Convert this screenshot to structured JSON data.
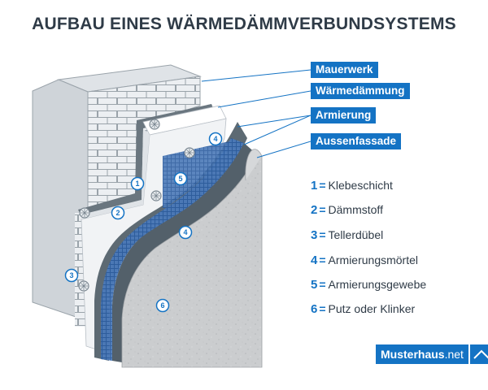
{
  "title": "AUFBAU EINES WÄRMEDÄMMVERBUNDSYSTEMS",
  "layers": [
    {
      "label": "Mauerwerk"
    },
    {
      "label": "Wärmedämmung"
    },
    {
      "label": "Armierung"
    },
    {
      "label": "Aussenfassade"
    }
  ],
  "legend": [
    {
      "num": "1",
      "eq": "=",
      "text": "Klebeschicht"
    },
    {
      "num": "2",
      "eq": "=",
      "text": "Dämmstoff"
    },
    {
      "num": "3",
      "eq": "=",
      "text": "Tellerdübel"
    },
    {
      "num": "4",
      "eq": "=",
      "text": "Armierungsmörtel"
    },
    {
      "num": "5",
      "eq": "=",
      "text": "Armierungsgewebe"
    },
    {
      "num": "6",
      "eq": "=",
      "text": "Putz oder Klinker"
    }
  ],
  "badges": [
    "1",
    "2",
    "3",
    "4",
    "4",
    "5",
    "6"
  ],
  "brand": {
    "name": "Musterhaus",
    "suffix": ".net"
  },
  "colors": {
    "accent": "#1473c4",
    "title": "#2f3b47",
    "mortar": "#5d6a73",
    "insulation": "#f1f3f5",
    "plaster": "#c9cbcd"
  }
}
